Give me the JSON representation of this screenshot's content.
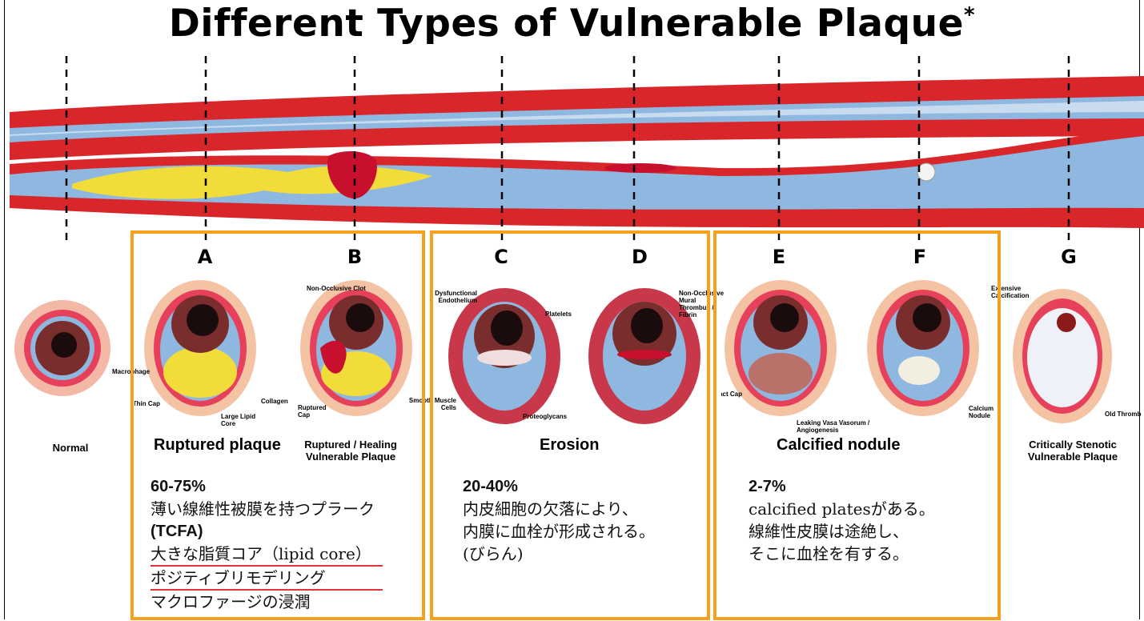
{
  "title": "Different Types of Vulnerable Plaque",
  "title_mark": "*",
  "letters": [
    "A",
    "B",
    "C",
    "D",
    "E",
    "F",
    "G"
  ],
  "cross_sections": {
    "normal": {
      "caption": "Normal"
    },
    "a": {
      "callouts": {
        "macrophage": "Macrophage",
        "thin_cap": "Thin Cap",
        "collagen": "Collagen",
        "lipid": "Large Lipid Core"
      }
    },
    "b": {
      "caption": "Ruptured / Healing Vulnerable Plaque",
      "callouts": {
        "clot": "Non-Occlusive Clot",
        "cap": "Ruptured Cap"
      }
    },
    "c": {
      "callouts": {
        "endo": "Dysfunctional Endothelium",
        "platelets": "Platelets",
        "smc": "Smooth Muscle Cells",
        "proteo": "Proteoglycans"
      }
    },
    "d": {
      "callouts": {
        "thrombus": "Non-Occlusive Mural Thrombus / Fibrin"
      }
    },
    "e": {
      "callouts": {
        "cap": "Intact Cap",
        "vasa": "Leaking Vasa Vasorum / Angiogenesis"
      }
    },
    "f": {
      "callouts": {
        "nodule": "Calcium Nodule"
      }
    },
    "g": {
      "caption": "Critically Stenotic Vulnerable Plaque",
      "callouts": {
        "calc": "Extensive Calcification",
        "thromb": "Old Thromb"
      }
    }
  },
  "groups": [
    {
      "label": "Ruptured plaque",
      "percent": "60-75%",
      "lines": [
        "薄い線維性被膜を持つプラーク",
        "(TCFA)",
        "大きな脂質コア（lipid core）",
        "ポジティブリモデリング",
        "マクロファージの浸潤"
      ]
    },
    {
      "label": "Erosion",
      "percent": "20-40%",
      "lines": [
        "内皮細胞の欠落により、",
        "内膜に血栓が形成される。",
        "(びらん)"
      ]
    },
    {
      "label": "Calcified nodule",
      "percent": "2-7%",
      "lines": [
        "calcified platesがある。",
        "線維性皮膜は途絶し、",
        "そこに血栓を有する。"
      ]
    }
  ],
  "colors": {
    "orange": "#f7a01c",
    "artery_red": "#d8262b",
    "intima_blue": "#8fb8e0",
    "lipid_yellow": "#f2dc3a"
  }
}
